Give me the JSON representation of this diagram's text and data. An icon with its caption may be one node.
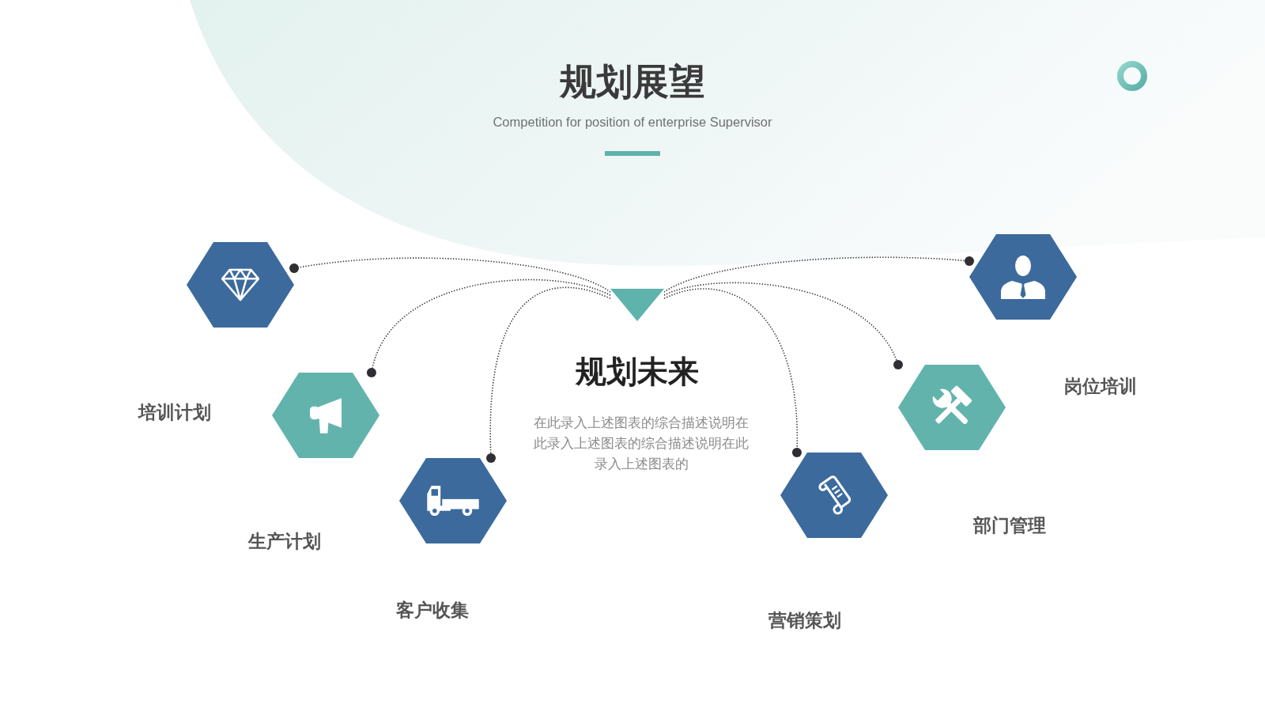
{
  "diagram": {
    "title": "规划展望",
    "nodes": [
      {
        "text": [],
        "shape": "triangle"
      },
      {
        "text": [],
        "shape": "hexagon"
      },
      {
        "text": [],
        "shape": "hexagon"
      },
      {
        "text": [],
        "shape": "hexagon"
      },
      {
        "text": [],
        "shape": "hexagon"
      },
      {
        "text": [],
        "shape": "hexagon"
      },
      {
        "text": [],
        "shape": "hexagon"
      }
    ],
    "edges": [
      {
        "from": 0,
        "to": 1,
        "arrow": "other"
      },
      {
        "from": 0,
        "to": 2,
        "arrow": "other"
      },
      {
        "from": 0,
        "to": 3,
        "arrow": "other"
      },
      {
        "from": 0,
        "to": 4,
        "arrow": "other"
      },
      {
        "from": 0,
        "to": 5,
        "arrow": "other"
      },
      {
        "from": 0,
        "to": 6,
        "arrow": "other"
      }
    ],
    "labels": [
      "Competition for position of enterprise Supervisor",
      "规划未来",
      "在此录入上述图表的综合描述说明在此录入上述图表的综合描述说明在此录入上述图表的",
      "岗位培训",
      "培训计划",
      "部门管理",
      "生产计划",
      "客户收集",
      "营销策划"
    ]
  }
}
